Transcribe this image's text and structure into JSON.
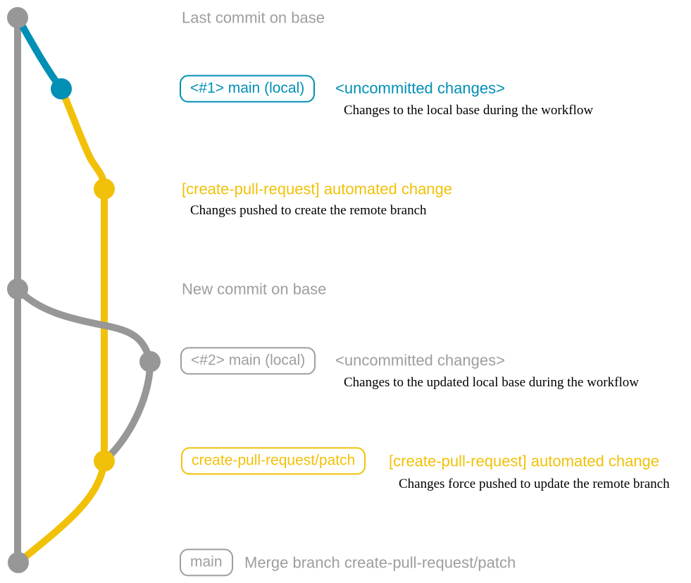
{
  "colors": {
    "gray": "#979797",
    "text_gray": "#9e9e9e",
    "blue": "#008fb5",
    "yellow": "#f1c109",
    "caption_black": "#000000"
  },
  "graph": {
    "type": "git-branch-diagram",
    "commits": [
      {
        "name": "last-commit-on-base",
        "branch": "base",
        "color_key": "gray"
      },
      {
        "name": "main-local-1",
        "branch": "main (local)",
        "color_key": "blue"
      },
      {
        "name": "create-pull-request-automated-change-1",
        "branch": "create-pull-request/patch",
        "color_key": "yellow"
      },
      {
        "name": "new-commit-on-base",
        "branch": "base",
        "color_key": "gray"
      },
      {
        "name": "main-local-2",
        "branch": "main (local)",
        "color_key": "gray"
      },
      {
        "name": "create-pull-request-automated-change-2",
        "branch": "create-pull-request/patch",
        "color_key": "yellow"
      },
      {
        "name": "merge-commit",
        "branch": "main",
        "color_key": "gray"
      }
    ]
  },
  "annotations": {
    "last_commit_label": "Last commit on base",
    "new_commit_label": "New commit on base",
    "row1": {
      "badge": "<#1> main (local)",
      "status": "<uncommitted changes>",
      "caption": "Changes to the local base during the workflow"
    },
    "row2": {
      "label": "[create-pull-request] automated change",
      "caption": "Changes pushed to create the remote branch"
    },
    "row3": {
      "badge": "<#2> main (local)",
      "status": "<uncommitted changes>",
      "caption": "Changes to the updated local base during the workflow"
    },
    "row4": {
      "badge": "create-pull-request/patch",
      "label": "[create-pull-request] automated change",
      "caption": "Changes force pushed to update the remote branch"
    },
    "row5": {
      "badge": "main",
      "message": "Merge branch create-pull-request/patch"
    }
  }
}
